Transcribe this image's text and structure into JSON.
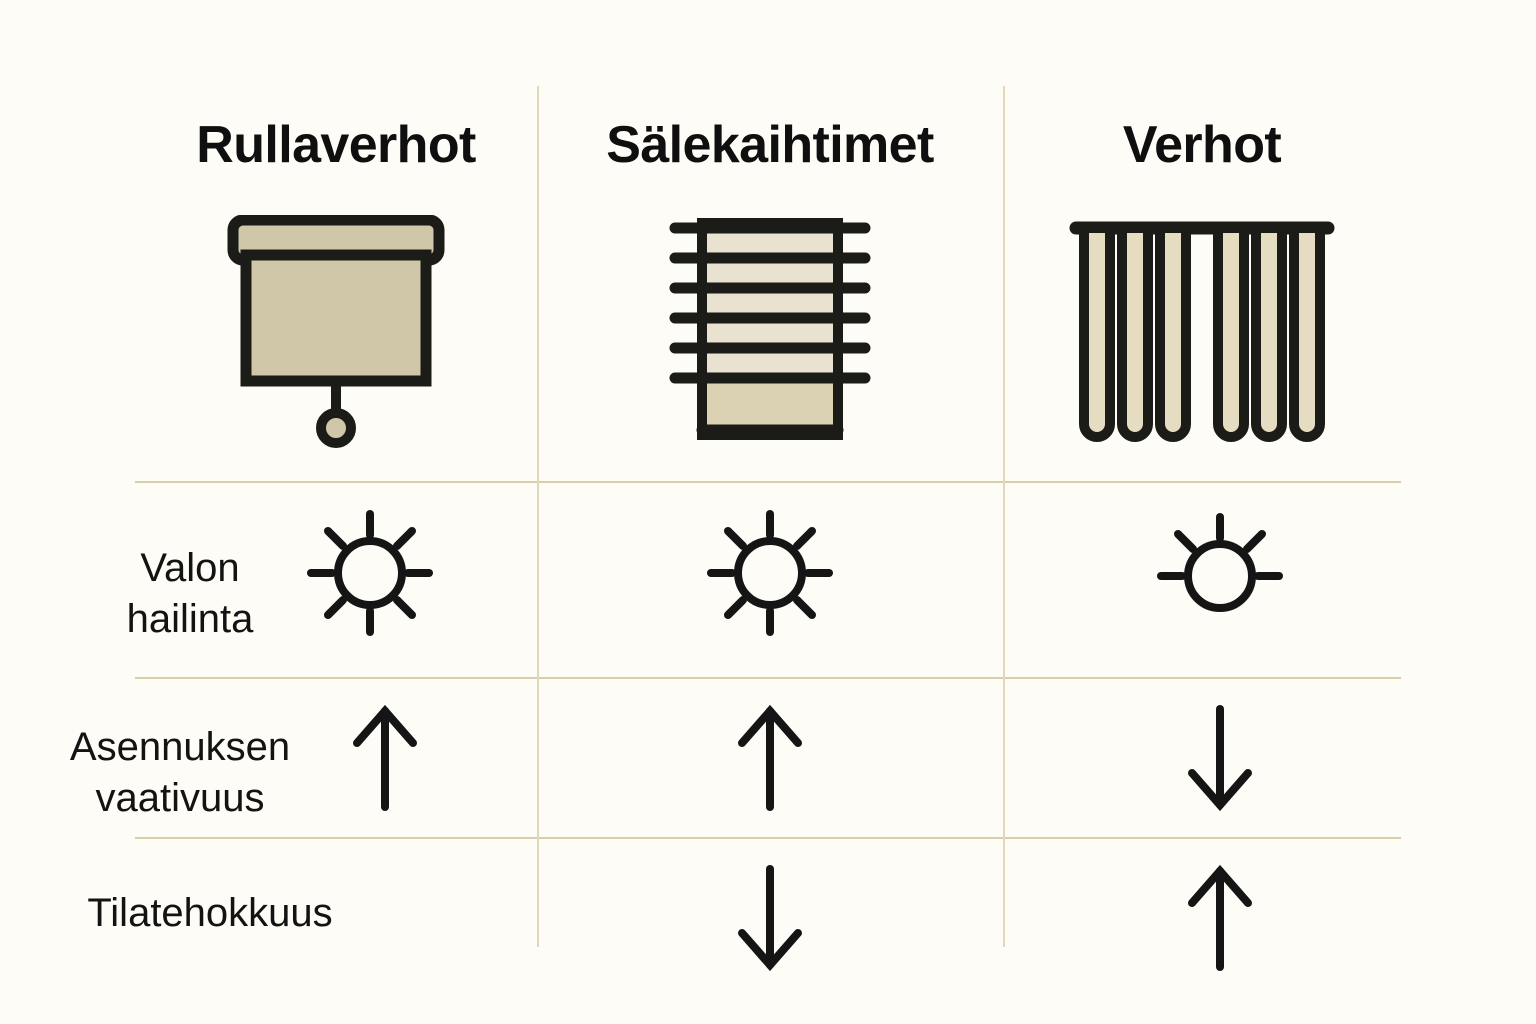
{
  "colors": {
    "background": "#FDFCF6",
    "ink": "#151515",
    "rule_horizontal": "#D9CDAA",
    "rule_vertical": "#E2D7BB",
    "fabric_roller": "#CFC7A8",
    "fabric_slat": "#EAE2D0",
    "fabric_slat_bottom": "#DBD2B4",
    "fabric_curtain": "#E6DCC2"
  },
  "table": {
    "columns": [
      {
        "key": "rullaverhot",
        "label": "Rullaverhot",
        "icon": "roller-blind-icon"
      },
      {
        "key": "salekaihtimet",
        "label": "Sälekaihtimet",
        "icon": "venetian-blind-icon"
      },
      {
        "key": "verhot",
        "label": "Verhot",
        "icon": "curtains-icon"
      }
    ],
    "rows": [
      {
        "key": "valon-hallinta",
        "label": "Valon\nhailinta",
        "cells": [
          {
            "icon": "sun-icon",
            "rays": 8,
            "value": "high"
          },
          {
            "icon": "sun-icon",
            "rays": 8,
            "value": "high"
          },
          {
            "icon": "sun-icon",
            "rays": 5,
            "value": "medium"
          }
        ]
      },
      {
        "key": "asennuksen-vaativuus",
        "label": "Asennuksen\nvaativuus",
        "cells": [
          {
            "icon": "arrow-up-icon",
            "value": "up"
          },
          {
            "icon": "arrow-up-icon",
            "value": "up"
          },
          {
            "icon": "arrow-down-icon",
            "value": "down"
          }
        ]
      },
      {
        "key": "tilatehokkuus",
        "label": "Tilatehokkuus",
        "cells": [
          {
            "icon": "",
            "value": ""
          },
          {
            "icon": "arrow-down-icon",
            "value": "down"
          },
          {
            "icon": "arrow-up-icon",
            "value": "up"
          }
        ]
      }
    ]
  }
}
